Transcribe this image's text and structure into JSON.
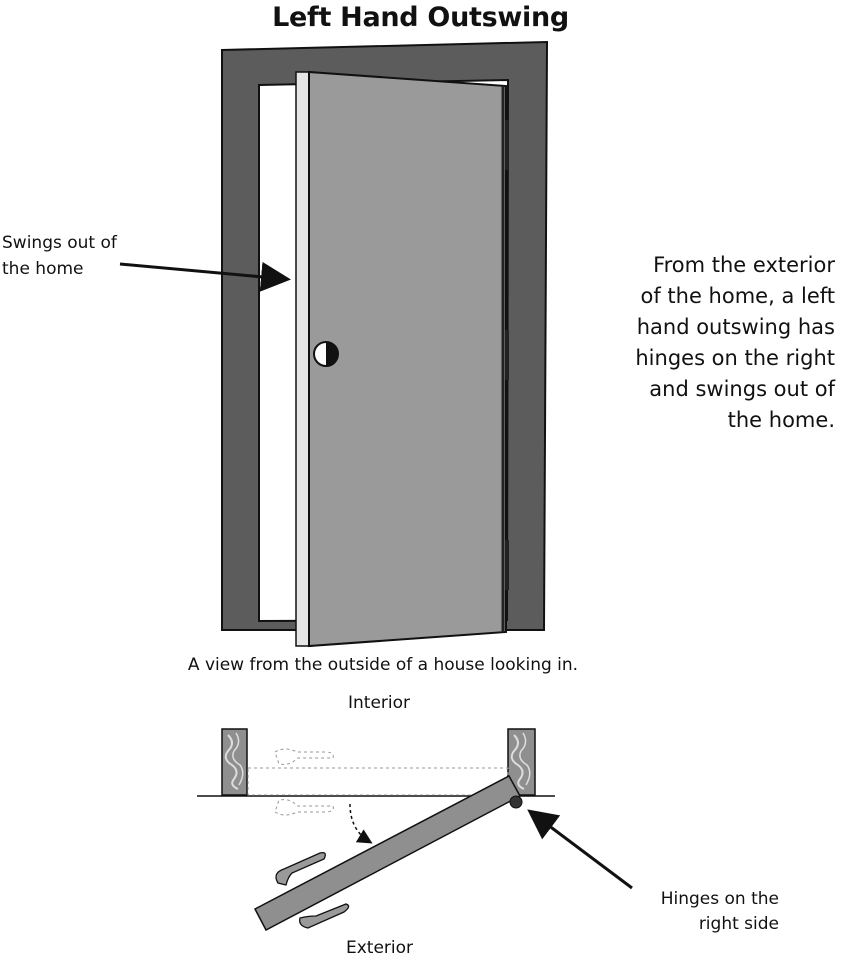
{
  "title": "Left Hand Outswing",
  "swing_label": "Swings out of\nthe home",
  "description": "From the exterior\nof the home, a left\nhand outswing has\nhinges on the right\nand swings out of\nthe home.",
  "caption": "A view from the outside of a house looking in.",
  "interior_label": "Interior",
  "exterior_label": "Exterior",
  "hinges_label": "Hinges on the\nright side",
  "colors": {
    "frame": "#5c5c5c",
    "door": "#9a9a9a",
    "outline": "#111111",
    "opening": "#ffffff"
  }
}
